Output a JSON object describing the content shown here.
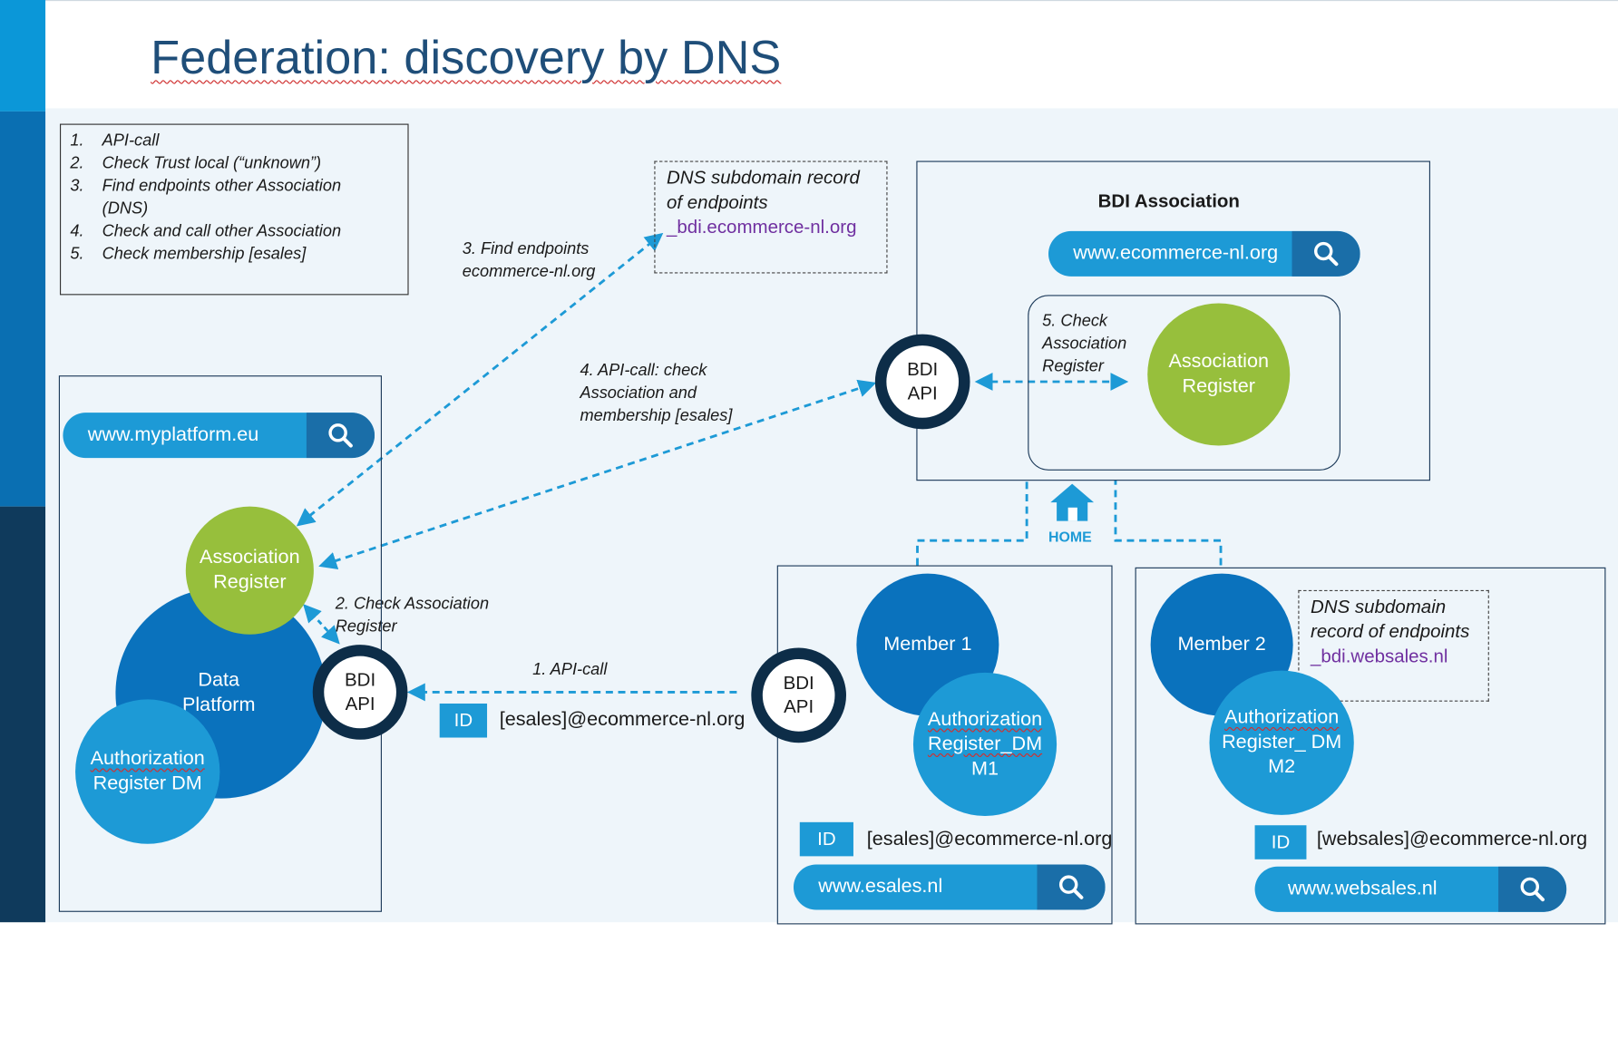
{
  "title": "Federation: discovery by DNS",
  "steps": [
    {
      "num": "1.",
      "text": "API-call"
    },
    {
      "num": "2.",
      "text": "Check Trust local (“unknown”)"
    },
    {
      "num": "3.",
      "text": "Find endpoints other Association"
    },
    {
      "num": "",
      "text": "(DNS)"
    },
    {
      "num": "4.",
      "text": "Check and call other Association"
    },
    {
      "num": "5.",
      "text": "Check membership [esales]"
    }
  ],
  "dns_record_1": {
    "line1": "DNS subdomain record",
    "line2": "of endpoints",
    "line3": "_bdi.ecommerce-nl.org"
  },
  "dns_record_2": {
    "line1": "DNS subdomain",
    "line2": "record of endpoints",
    "line3": "_bdi.websales.nl"
  },
  "bdi_association": {
    "title": "BDI Association",
    "search_url": "www.ecommerce-nl.org",
    "check_label": {
      "line1": "5. Check",
      "line2": "Association",
      "line3": "Register"
    },
    "register": {
      "line1": "Association",
      "line2": "Register"
    },
    "api": {
      "line1": "BDI",
      "line2": "API"
    }
  },
  "home_label": "HOME",
  "platform": {
    "search_url": "www.myplatform.eu",
    "association_register": {
      "line1": "Association",
      "line2": "Register"
    },
    "data_platform": {
      "line1": "Data",
      "line2": "Platform"
    },
    "authorization": {
      "line1": "Authorization",
      "line2": "Register DM"
    },
    "api": {
      "line1": "BDI",
      "line2": "API"
    }
  },
  "arrows": {
    "find_endpoints": {
      "line1": "3. Find endpoints",
      "line2": "ecommerce-nl.org"
    },
    "api_call_check": {
      "line1": "4. API-call: check",
      "line2": "Association and",
      "line3": "membership [esales]"
    },
    "check_association": {
      "line1": "2. Check Association",
      "line2": "Register"
    },
    "api_call": "1. API-call"
  },
  "caller_id": {
    "badge": "ID",
    "text": "[esales]@ecommerce-nl.org"
  },
  "member1": {
    "name": "Member 1",
    "authorization": {
      "line1": "Authorization",
      "line2": "Register_DM",
      "line3": "M1"
    },
    "api": {
      "line1": "BDI",
      "line2": "API"
    },
    "id_badge": "ID",
    "id_text": "[esales]@ecommerce-nl.org",
    "search_url": "www.esales.nl"
  },
  "member2": {
    "name": "Member 2",
    "authorization": {
      "line1": "Authorization",
      "line2": "Register_ DM",
      "line3": "M2"
    },
    "id_badge": "ID",
    "id_text": "[websales]@ecommerce-nl.org",
    "search_url": "www.websales.nl"
  },
  "colors": {
    "dark_navy": "#0d2d48",
    "blue": "#1d9ad6",
    "dark_blue": "#0a72bd",
    "green": "#97bf3c",
    "title": "#1f4e79",
    "purple": "#7030a0"
  }
}
